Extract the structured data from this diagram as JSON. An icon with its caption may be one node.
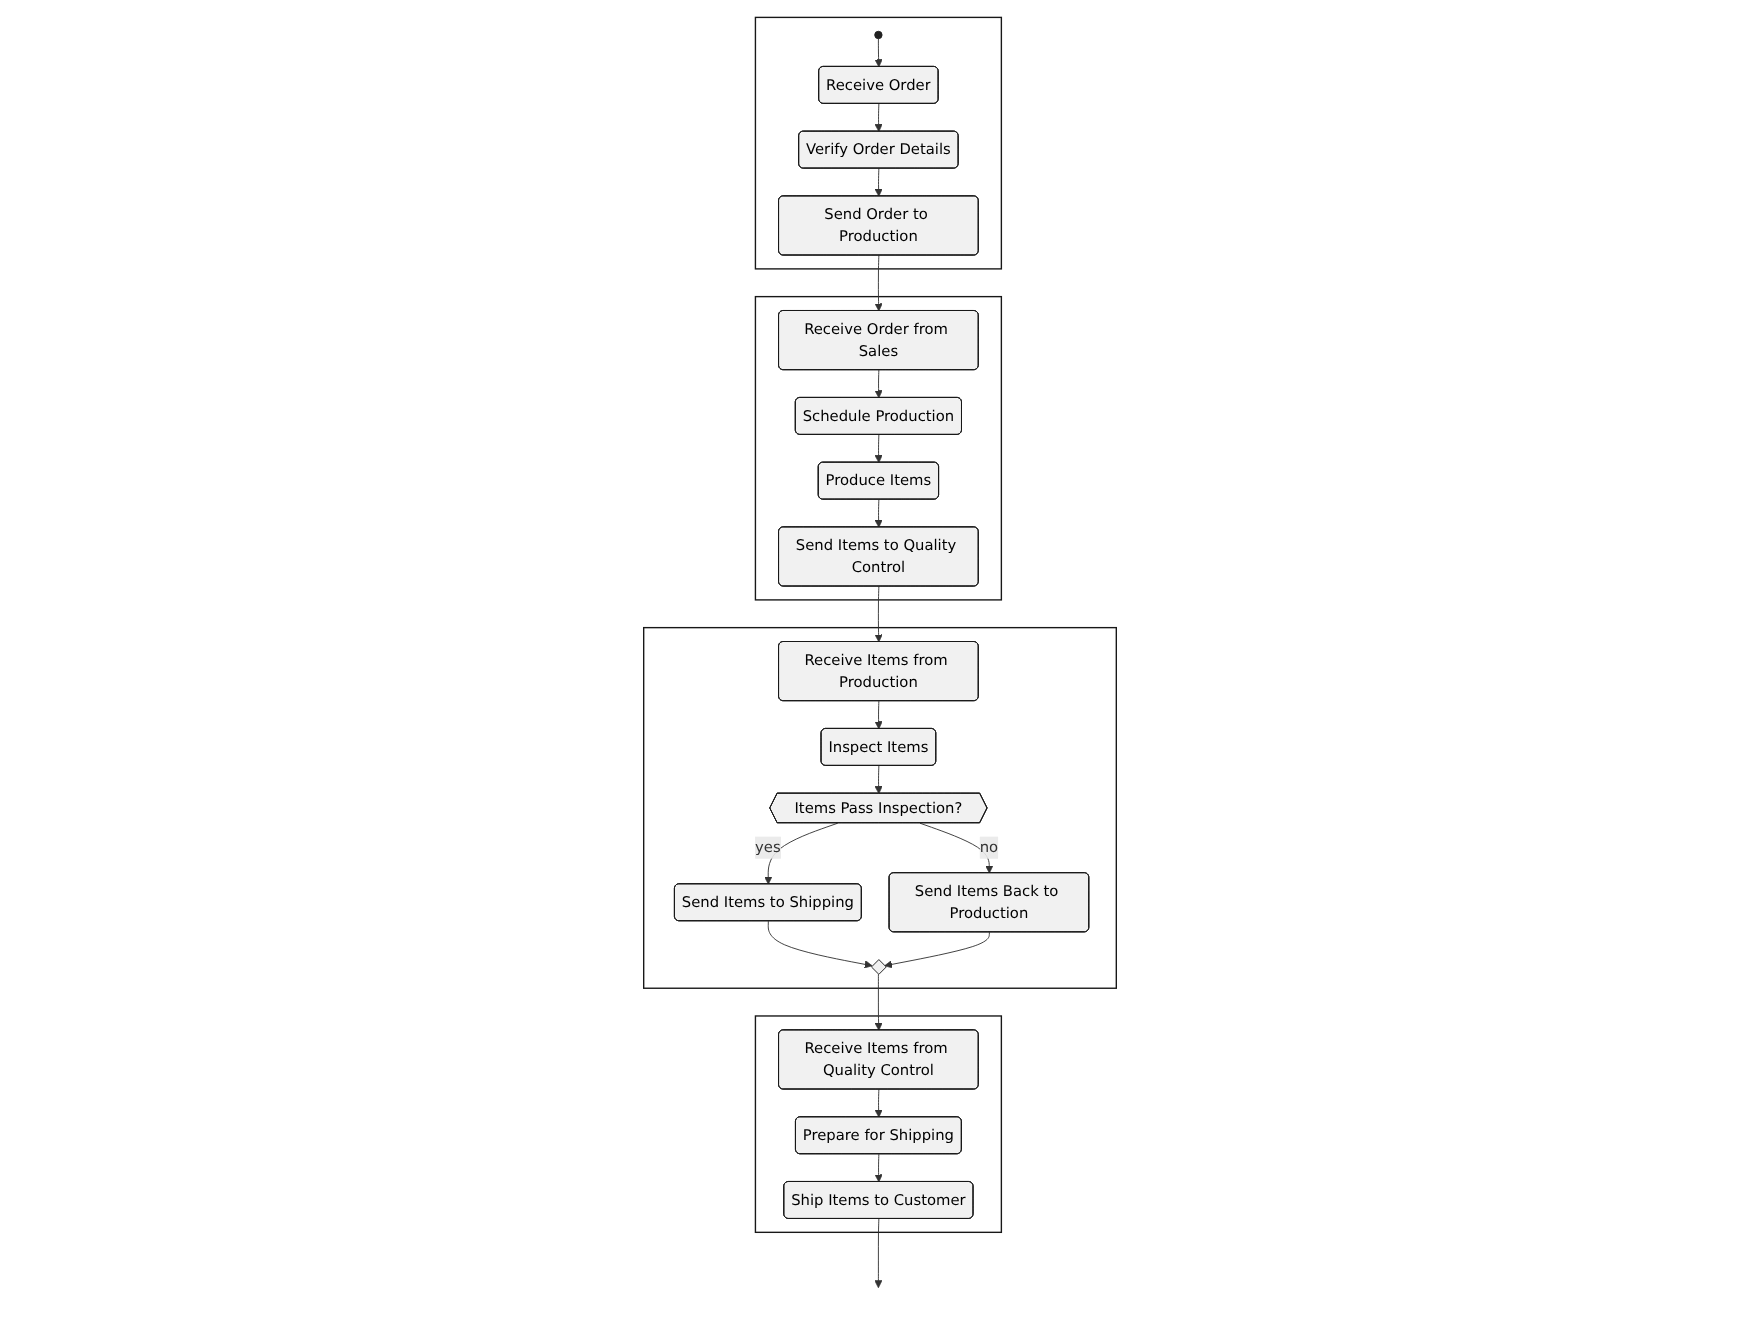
{
  "diagram": {
    "nodes": [
      {
        "text": [],
        "shape": "band"
      },
      {
        "text": [],
        "shape": "band"
      },
      {
        "text": [],
        "shape": "band"
      },
      {
        "text": [],
        "shape": "band"
      },
      {
        "text": [],
        "shape": "circle",
        "in": 0
      },
      {
        "text": [
          "Receive Order"
        ],
        "in": 0
      },
      {
        "text": [
          "Verify Order Details"
        ],
        "in": 0
      },
      {
        "text": [
          "Send Order to Production"
        ],
        "in": 0
      },
      {
        "text": [
          "Receive Order from Sales"
        ],
        "in": 1
      },
      {
        "text": [
          "Schedule Production"
        ],
        "in": 1
      },
      {
        "text": [
          "Produce Items"
        ],
        "in": 1
      },
      {
        "text": [
          "Send Items to Quality Control"
        ],
        "in": 1
      },
      {
        "text": [
          "Receive Items from Production"
        ],
        "in": 2
      },
      {
        "text": [
          "Inspect Items"
        ],
        "in": 2
      },
      {
        "text": [
          "Items Pass Inspection?"
        ],
        "in": 2
      },
      {
        "text": [
          "Send Items to Shipping"
        ],
        "in": 2
      },
      {
        "text": [
          "Send Items Back to Production"
        ],
        "in": 2
      },
      {
        "text": [],
        "shape": "diamond",
        "in": 2
      },
      {
        "text": [
          "Receive Items from Quality Control"
        ],
        "in": 3
      },
      {
        "text": [
          "Prepare for Shipping"
        ],
        "in": 3
      },
      {
        "text": [
          "Ship Items to Customer"
        ],
        "in": 3
      }
    ],
    "edges": [
      {
        "from": 4,
        "to": 5,
        "arrow": "to"
      },
      {
        "from": 5,
        "to": 6,
        "arrow": "to"
      },
      {
        "from": 6,
        "to": 7,
        "arrow": "to"
      },
      {
        "from": 7,
        "to": 8,
        "arrow": "to"
      },
      {
        "from": 8,
        "to": 9,
        "arrow": "to"
      },
      {
        "from": 9,
        "to": 10,
        "arrow": "to"
      },
      {
        "from": 10,
        "to": 11,
        "arrow": "to"
      },
      {
        "from": 11,
        "to": 12,
        "arrow": "to"
      },
      {
        "from": 12,
        "to": 13,
        "arrow": "to"
      },
      {
        "from": 13,
        "to": 14,
        "arrow": "to"
      },
      {
        "from": 14,
        "to": 15,
        "label": "yes",
        "arrow": "to"
      },
      {
        "from": 14,
        "to": 16,
        "label": "no",
        "arrow": "to"
      },
      {
        "from": 15,
        "to": 17,
        "arrow": "to"
      },
      {
        "from": 16,
        "to": 17,
        "arrow": "to"
      },
      {
        "from": 17,
        "to": 18,
        "arrow": "to"
      },
      {
        "from": 18,
        "to": 19,
        "arrow": "to"
      },
      {
        "from": 19,
        "to": 20,
        "arrow": "to"
      },
      {
        "from": 20,
        "to": null,
        "arrow": "to"
      }
    ]
  }
}
